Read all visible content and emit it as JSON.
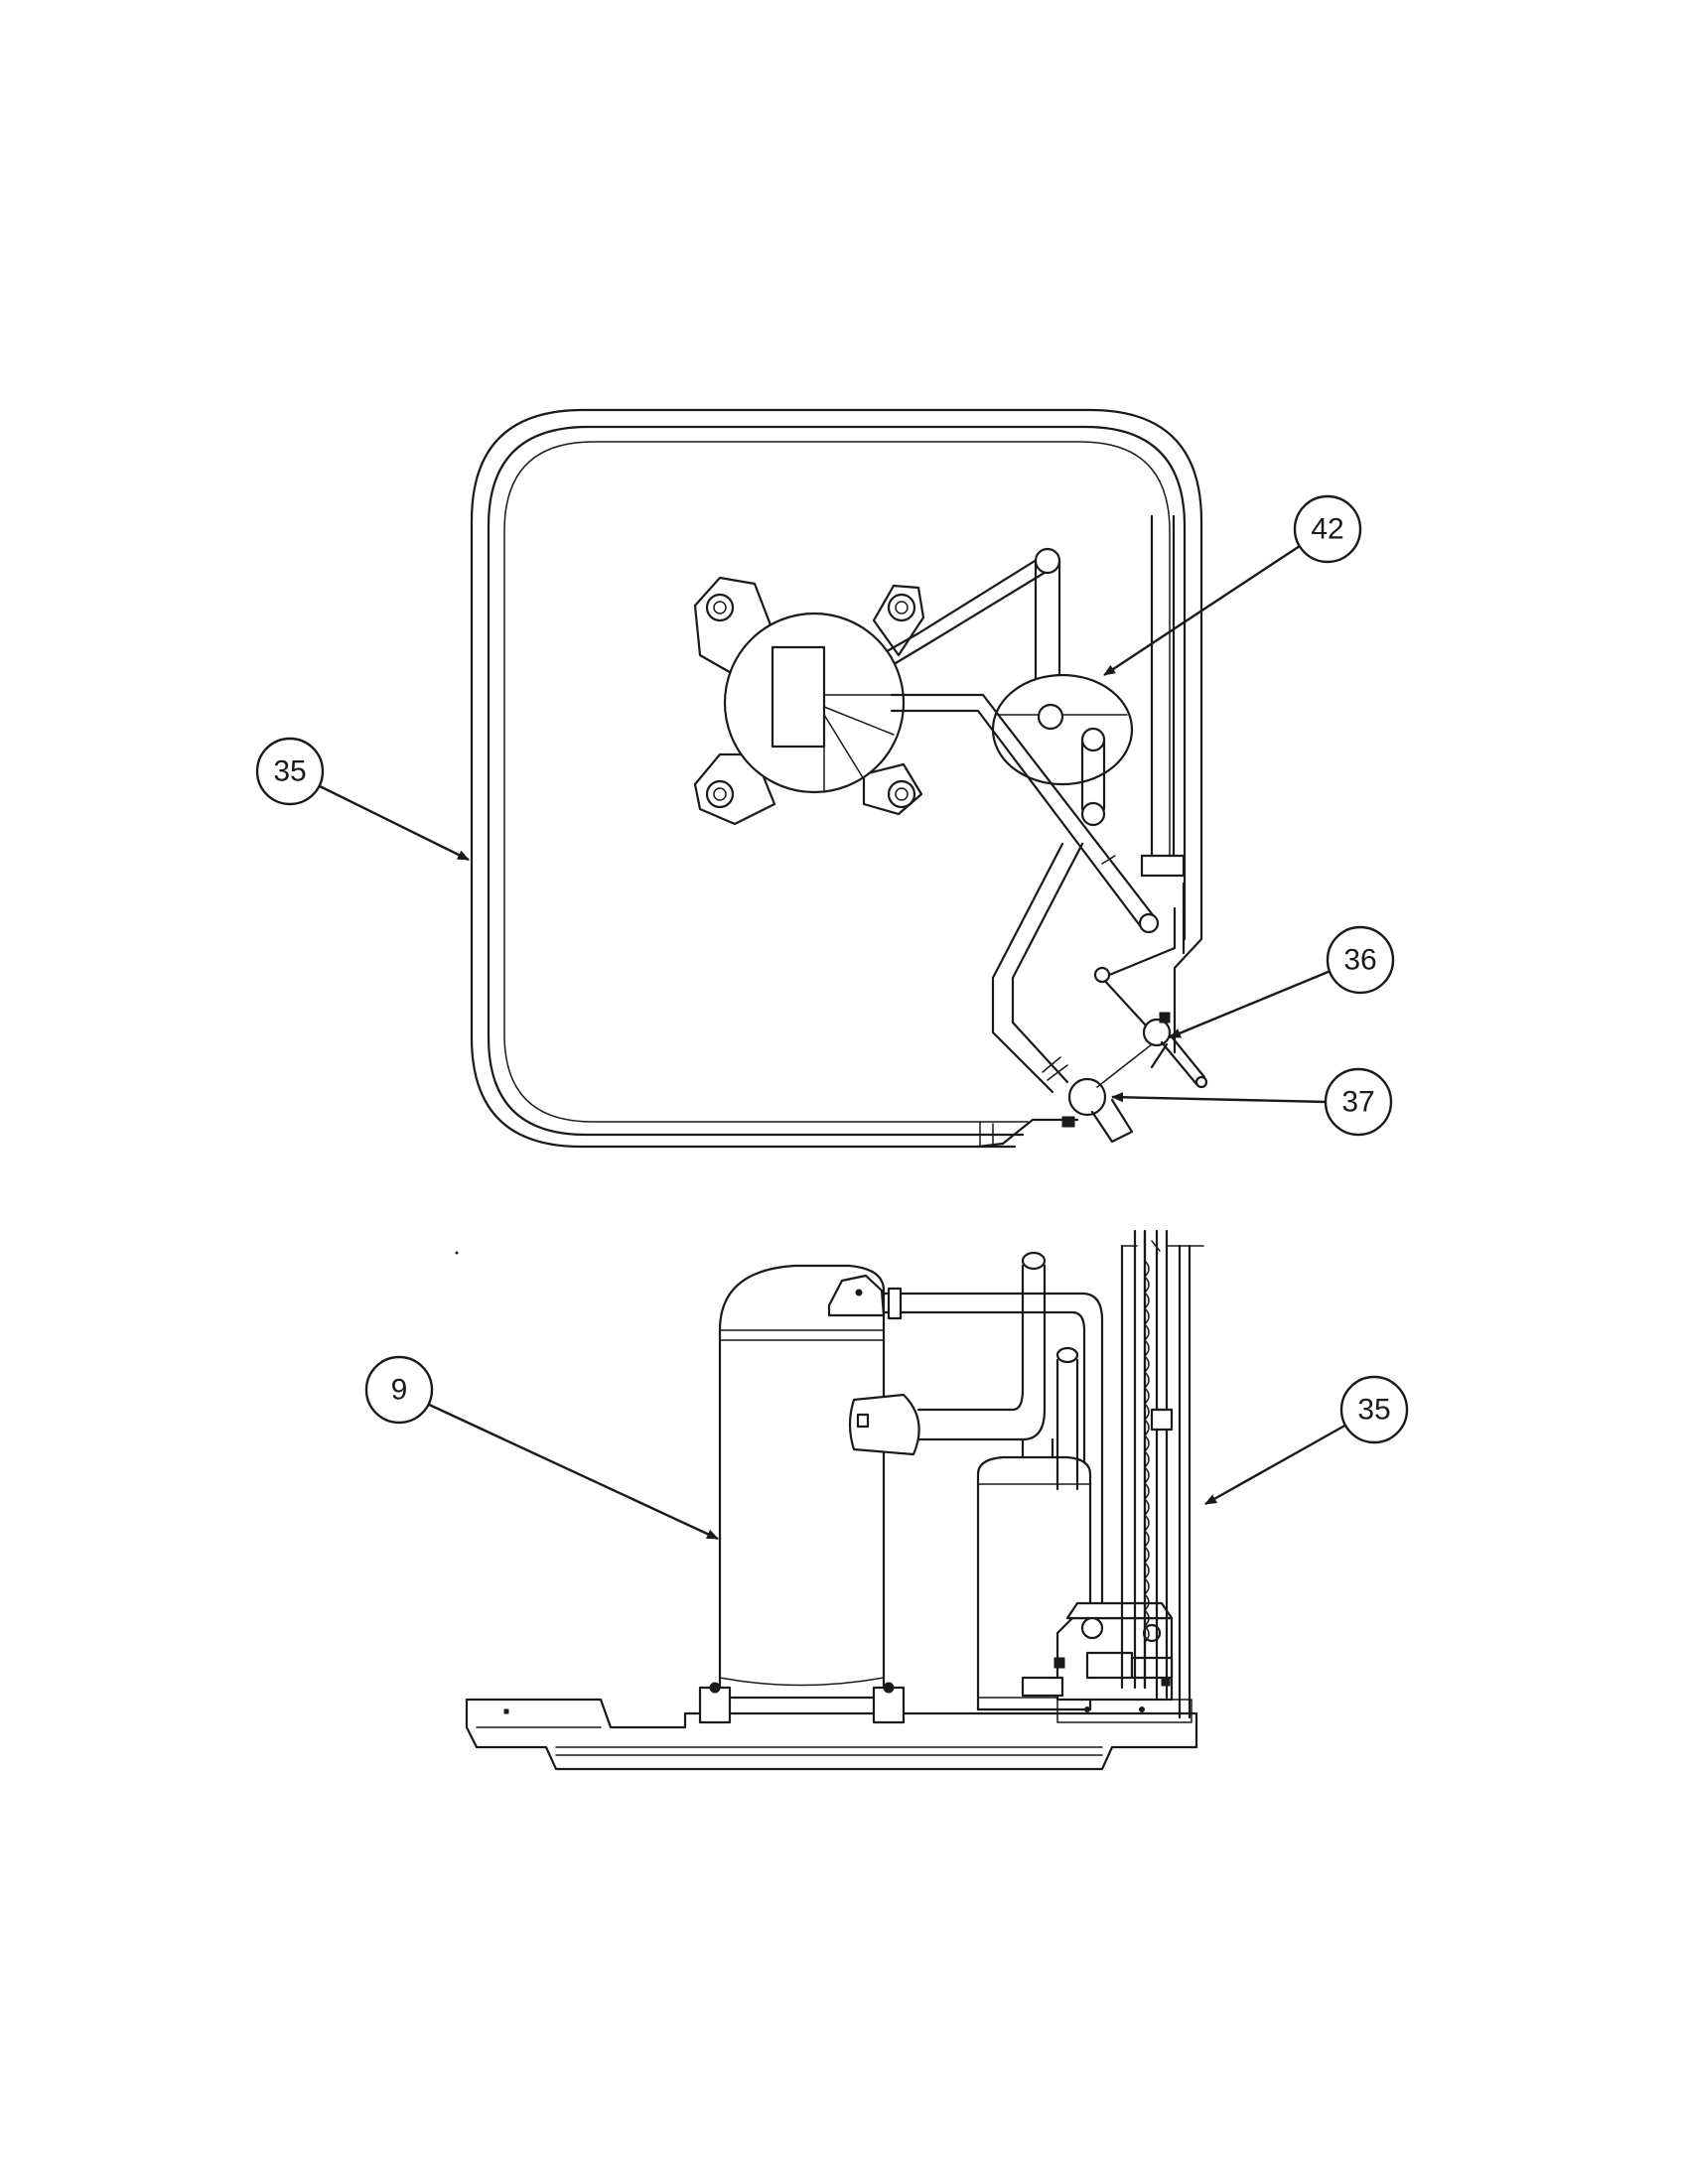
{
  "callouts": {
    "top_left_35": "35",
    "top_right_42": "42",
    "right_36": "36",
    "right_37": "37",
    "bottom_left_9": "9",
    "bottom_right_35": "35"
  },
  "colors": {
    "line": "#1a1a1a",
    "background": "#ffffff"
  }
}
